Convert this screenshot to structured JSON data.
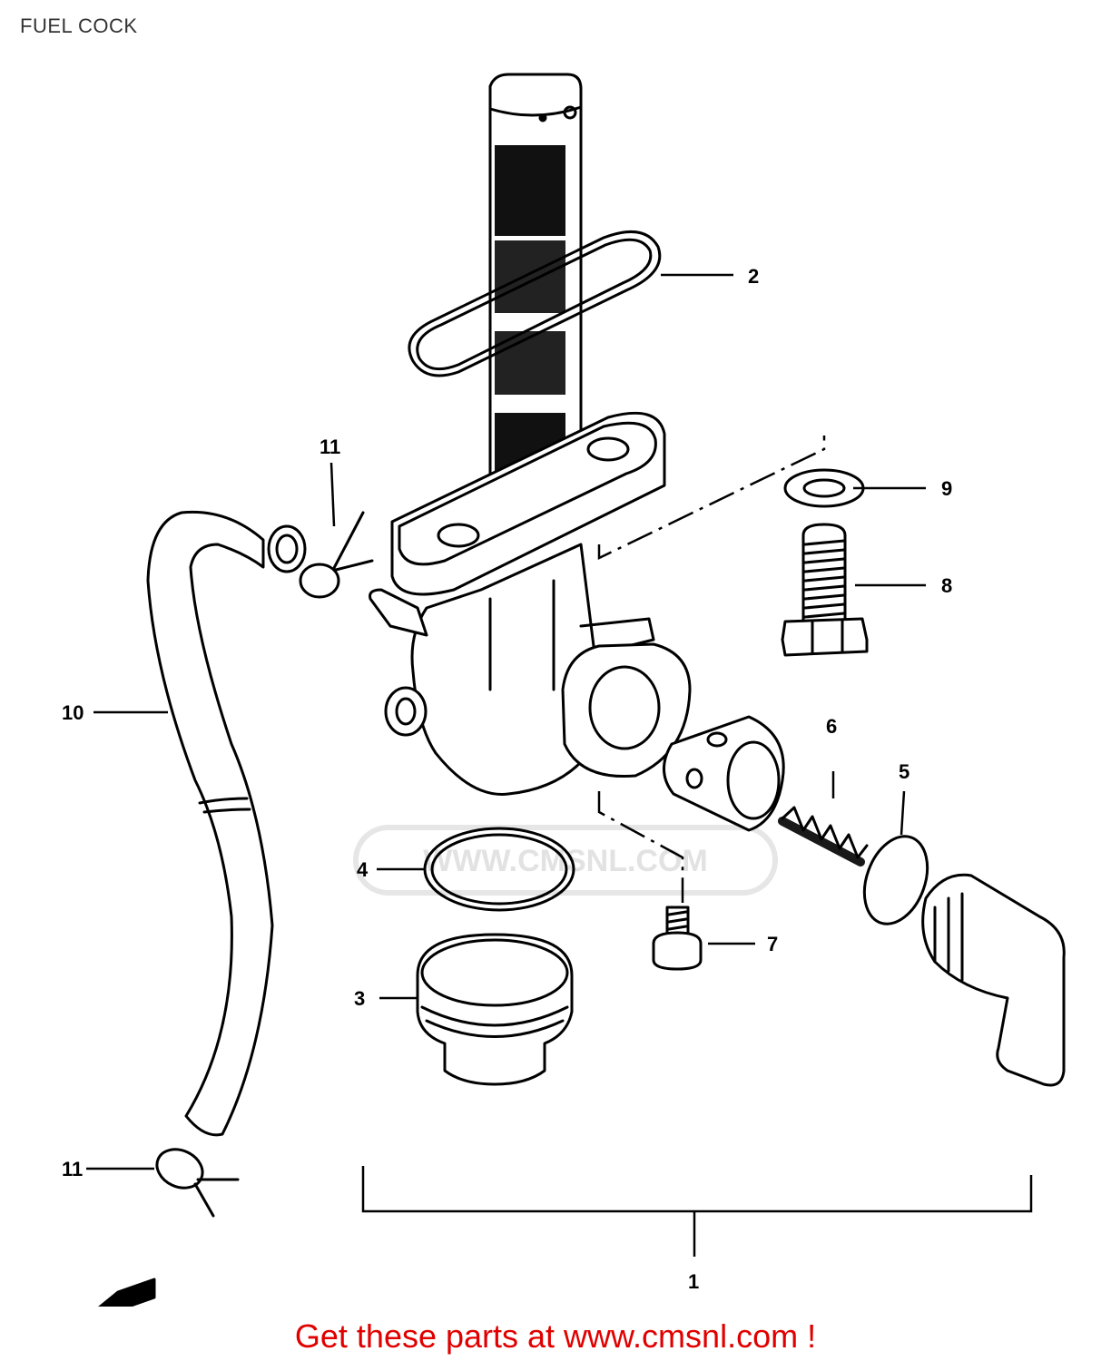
{
  "title": "FUEL COCK",
  "watermark": "WWW.CMSNL.COM",
  "callouts": {
    "c1": "1",
    "c2": "2",
    "c3": "3",
    "c4": "4",
    "c5": "5",
    "c6": "6",
    "c7": "7",
    "c8": "8",
    "c9": "9",
    "c10": "10",
    "c11a": "11",
    "c11b": "11"
  },
  "footer": "Get these parts at www.cmsnl.com !",
  "colors": {
    "line": "#000000",
    "footer": "#e00000",
    "watermark": "#e2e2e2"
  }
}
